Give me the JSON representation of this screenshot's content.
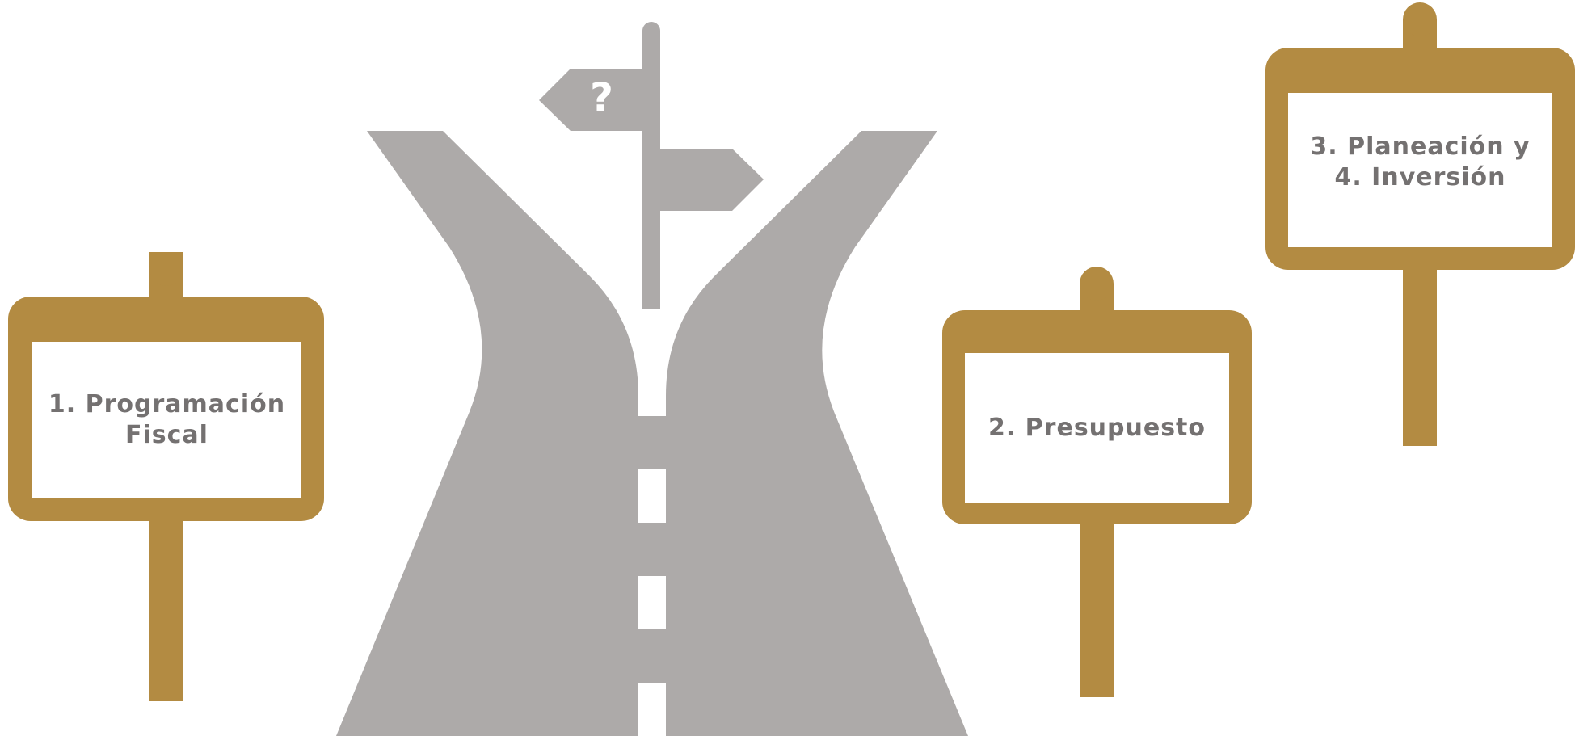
{
  "colors": {
    "sign": "#B38B42",
    "road": "#ADAAA9",
    "text": "#747171"
  },
  "direction_post": {
    "arrow_symbol": "?"
  },
  "signs": [
    {
      "id": "sign-1",
      "lines": [
        "1. Programación",
        "Fiscal"
      ]
    },
    {
      "id": "sign-2",
      "lines": [
        "2. Presupuesto"
      ]
    },
    {
      "id": "sign-3",
      "lines": [
        "3. Planeación y",
        "4. Inversión"
      ]
    }
  ],
  "icons": [
    "road-fork-icon",
    "direction-signpost-icon",
    "signboard-icon"
  ]
}
